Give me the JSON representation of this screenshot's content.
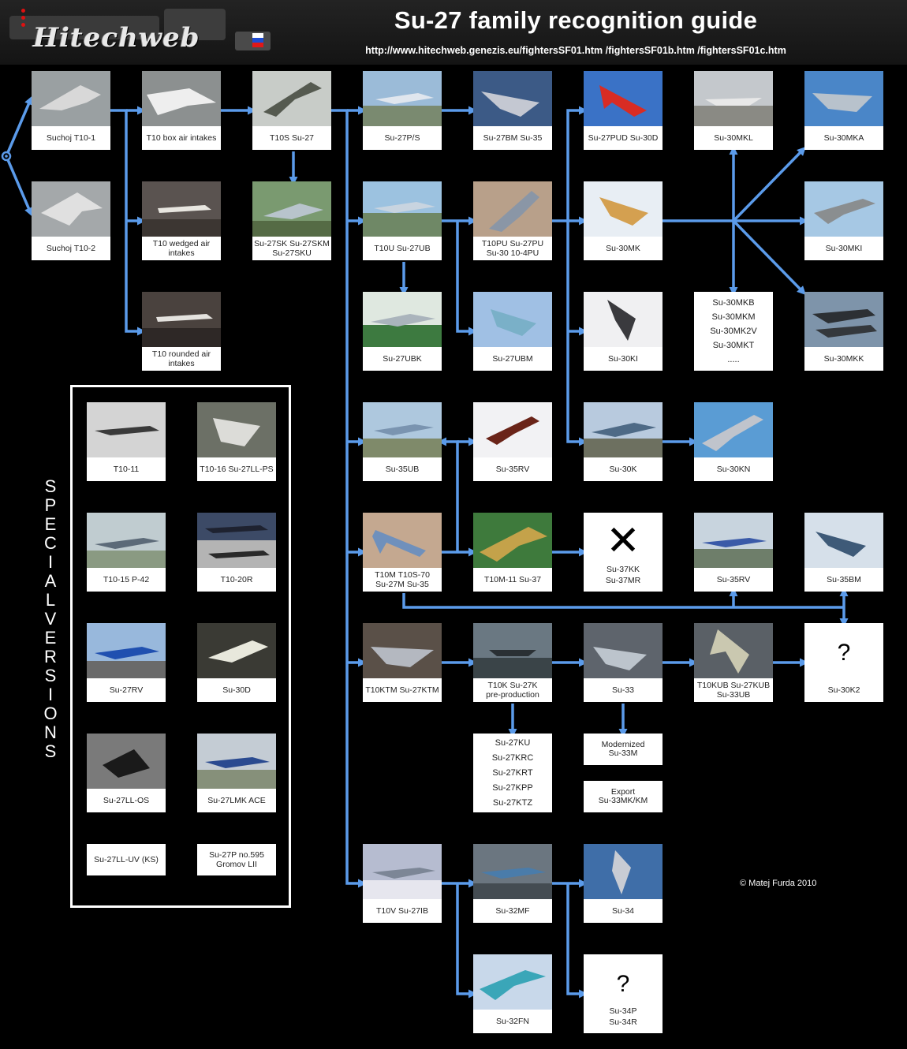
{
  "header": {
    "logo_text": "Hitechweb",
    "title": "Su-27 family recognition guide",
    "url": "http://www.hitechweb.genezis.eu/fightersSF01.htm  /fightersSF01b.htm  /fightersSF01c.htm"
  },
  "colors": {
    "arrow": "#5b9bea",
    "node_bg": "#ffffff",
    "background": "#000000"
  },
  "nodes": {
    "t10_1": "Suchoj T10-1",
    "t10_2": "Suchoj T10-2",
    "t10_box": "T10 box air intakes",
    "t10_wedged": "T10 wedged air intakes",
    "t10_rounded": "T10 rounded air intakes",
    "t10s": "T10S  Su-27",
    "su27sk": "Su-27SK  Su-27SKM\nSu-27SKU",
    "su27ps": "Su-27P/S",
    "su27bm": "Su-27BM  Su-35",
    "su27pud": "Su-27PUD  Su-30D",
    "su30mkl": "Su-30MKL",
    "su30mka": "Su-30MKA",
    "t10u": "T10U  Su-27UB",
    "t10pu": "T10PU   Su-27PU\nSu-30      10-4PU",
    "su30mk": "Su-30MK",
    "su30mki": "Su-30MKI",
    "su27ubk": "Su-27UBK",
    "su27ubm": "Su-27UBM",
    "su30ki": "Su-30KI",
    "su30mkb_list": "Su-30MKB\nSu-30MKM\nSu-30MK2V\nSu-30MKT\n.....",
    "su30mkk": "Su-30MKK",
    "su35ub": "Su-35UB",
    "su35rv": "Su-35RV",
    "su30k": "Su-30K",
    "su30kn": "Su-30KN",
    "t10m": "T10M    T10S-70\nSu-27M   Su-35",
    "t10m11": "T10M-11  Su-37",
    "su37kk": "Su-37KK\nSu-37MR",
    "su35rv2": "Su-35RV",
    "su35bm": "Su-35BM",
    "t10ktm": "T10KTM  Su-27KTM",
    "t10k": "T10K Su-27K\npre-production",
    "su33": "Su-33",
    "t10kub": "T10KUB Su-27KUB\nSu-33UB",
    "su30k2": "Su-30K2",
    "su27ku_list": "Su-27KU\nSu-27KRC\nSu-27KRT\nSu-27KPP\nSu-27KTZ",
    "su33m": "Modernized\nSu-33M",
    "su33mk": "Export\nSu-33MK/KM",
    "t10v": "T10V  Su-27IB",
    "su32mf": "Su-32MF",
    "su34": "Su-34",
    "su32fn": "Su-32FN",
    "su34p": "Su-34P\nSu-34R"
  },
  "marks": {
    "cross": "✕",
    "question": "?"
  },
  "special": {
    "label_top": "S\nP\nE\nC\nI\nA\nL",
    "label_bottom": "V\nE\nR\nS\nI\nO\nN\nS",
    "t10_11": "T10-11",
    "t10_16": "T10-16 Su-27LL-PS",
    "t10_15": "T10-15    P-42",
    "t10_20r": "T10-20R",
    "su27rv": "Su-27RV",
    "su30d": "Su-30D",
    "su27ll_os": "Su-27LL-OS",
    "su27lmk": "Su-27LMK ACE",
    "su27ll_uv": "Su-27LL-UV (KS)",
    "su27p595": "Su-27P no.595\nGromov LII"
  },
  "copyright": "© Matej Furda 2010"
}
